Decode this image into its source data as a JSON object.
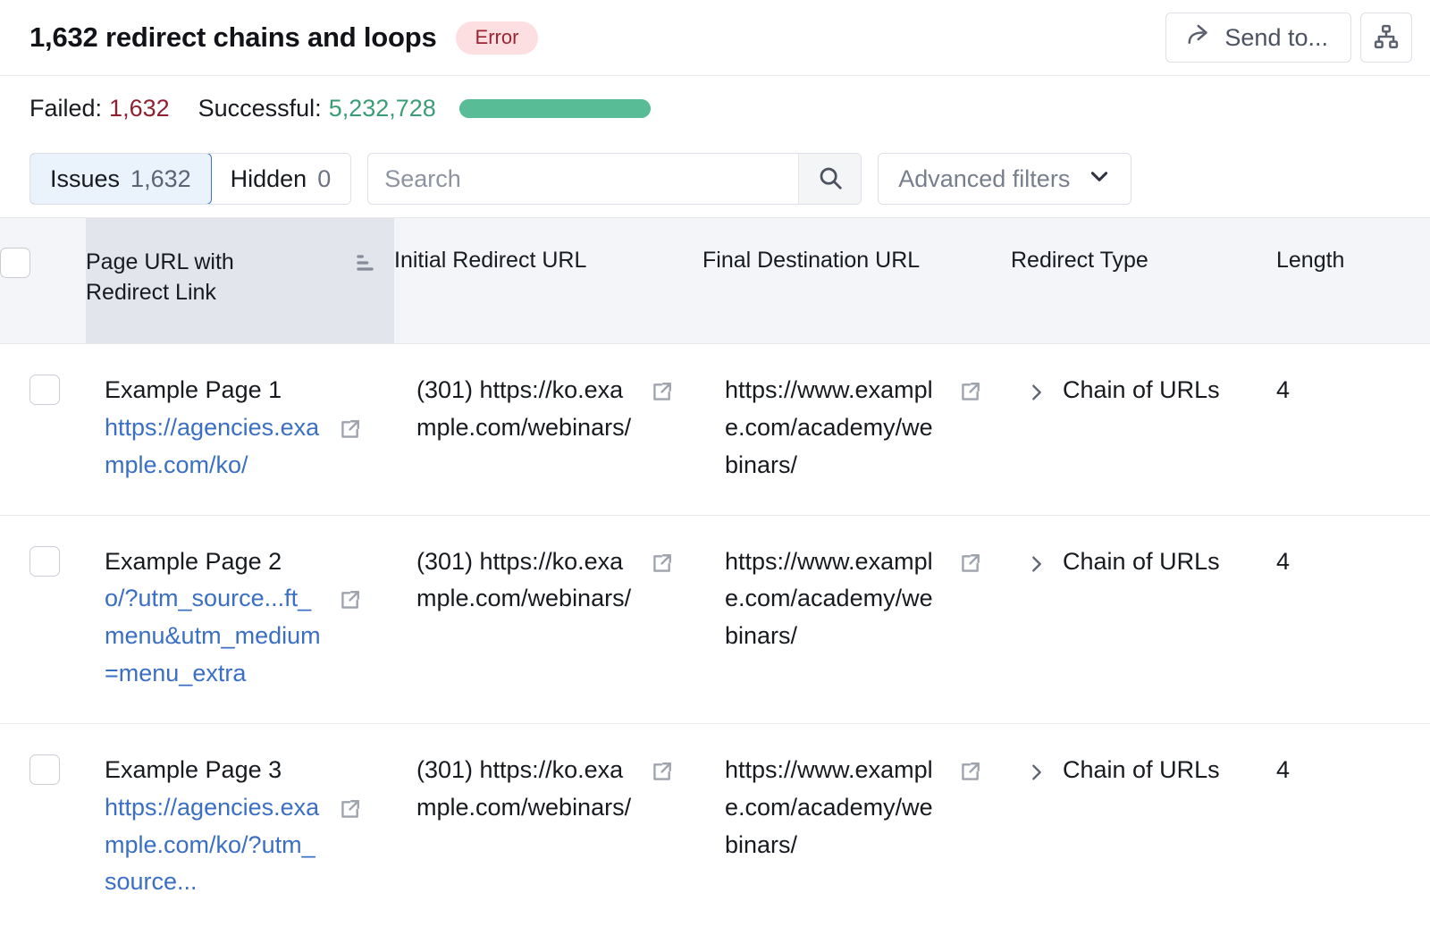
{
  "header": {
    "title": "1,632 redirect chains and loops",
    "badge": "Error",
    "badge_bg": "#fddfe2",
    "badge_color": "#9c2432",
    "send_to_label": "Send to...",
    "share_icon": "share-arrow-icon",
    "sitemap_icon": "sitemap-icon"
  },
  "stats": {
    "failed_label": "Failed:",
    "failed_value": "1,632",
    "failed_color": "#8e2031",
    "successful_label": "Successful:",
    "successful_value": "5,232,728",
    "successful_color": "#3a9d77",
    "progress_percent": 100,
    "progress_color": "#58bd96"
  },
  "filters": {
    "tabs": [
      {
        "label": "Issues",
        "count": "1,632",
        "active": true
      },
      {
        "label": "Hidden",
        "count": "0",
        "active": false
      }
    ],
    "search": {
      "value": "",
      "placeholder": "Search",
      "icon": "search-icon"
    },
    "advanced_filters_label": "Advanced filters",
    "advanced_filters_icon": "chevron-down-icon"
  },
  "table": {
    "columns": [
      {
        "key": "check",
        "label": ""
      },
      {
        "key": "url",
        "label": "Page URL with Redirect Link",
        "sorted": true,
        "sort_icon": "sort-ascending-icon"
      },
      {
        "key": "initial",
        "label": "Initial Redirect URL"
      },
      {
        "key": "final",
        "label": "Final Destination URL"
      },
      {
        "key": "type",
        "label": "Redirect Type"
      },
      {
        "key": "length",
        "label": "Length"
      }
    ],
    "rows": [
      {
        "page_title": "Example Page 1",
        "page_link": "https://agencies.example.com/ko/",
        "initial_redirect_url": "(301) https://ko.example.com/webinars/",
        "final_destination_url": "https://www.example.com/academy/webinars/",
        "redirect_type": "Chain of URLs",
        "length": "4"
      },
      {
        "page_title": "Example Page 2",
        "page_link": "o/?utm_source...ft_menu&utm_medium=menu_extra",
        "initial_redirect_url": "(301) https://ko.example.com/webinars/",
        "final_destination_url": "https://www.example.com/academy/webinars/",
        "redirect_type": "Chain of URLs",
        "length": "4"
      },
      {
        "page_title": "Example Page 3",
        "page_link": "https://agencies.example.com/ko/?utm_source...",
        "initial_redirect_url": "(301) https://ko.example.com/webinars/",
        "final_destination_url": "https://www.example.com/academy/webinars/",
        "redirect_type": "Chain of URLs",
        "length": "4"
      }
    ]
  }
}
